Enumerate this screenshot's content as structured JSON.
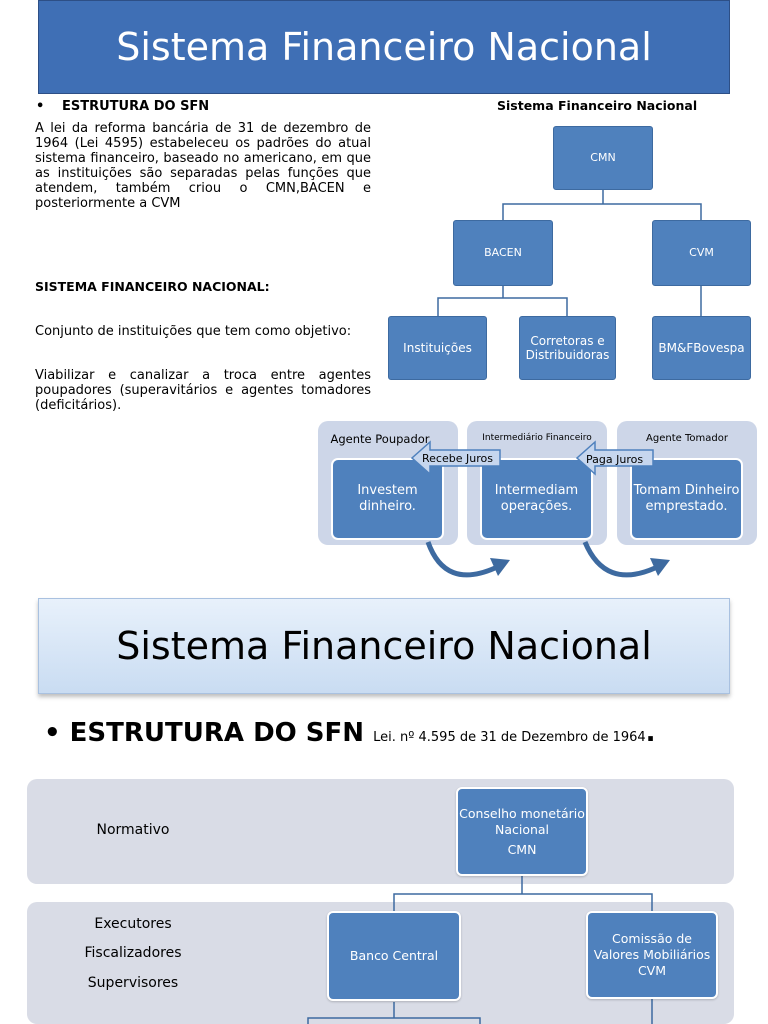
{
  "slide1": {
    "title": "Sistema Financeiro Nacional",
    "bullet": "ESTRUTURA DO SFN",
    "paragraph": "A lei da reforma bancária de 31 de dezembro de 1964 (Lei 4595) estabeleceu os padrões do atual sistema financeiro, baseado no americano, em que as instituições são separadas pelas funções que atendem, também criou o CMN,BACEN e posteriormente a CVM",
    "section_heading": "SISTEMA FINANCEIRO NACIONAL:",
    "definition": "Conjunto de instituições que tem como objetivo:",
    "purpose": "Viabilizar e canalizar a troca entre agentes poupadores (superavitários e agentes tomadores (deficitários).",
    "org_title": "Sistema  Financeiro Nacional",
    "org": {
      "cmn": "CMN",
      "bacen": "BACEN",
      "cvm": "CVM",
      "instituicoes": "Instituições",
      "corretoras": "Corretoras e Distribuidoras",
      "bmf": "BM&FBovespa"
    },
    "flow": {
      "poupador_label": "Agente Poupador",
      "poupador_box": "Investem dinheiro.",
      "intermediario_label": "Intermediário Financeiro",
      "intermediario_box": "Intermediam operações.",
      "tomador_label": "Agente Tomador",
      "tomador_box": "Tomam Dinheiro emprestado.",
      "arrow1": "Recebe Juros",
      "arrow2": "Paga Juros"
    }
  },
  "slide2": {
    "title": "Sistema Financeiro Nacional",
    "bullet": "ESTRUTURA DO SFN",
    "bullet_note": "Lei. nº 4.595 de 31 de Dezembro de 1964",
    "normativo": "Normativo",
    "executores": "Executores",
    "fiscalizadores": "Fiscalizadores",
    "supervisores": "Supervisores",
    "cmn_box": "Conselho monetário Nacional",
    "cmn_abbr": "CMN",
    "bc_box": "Banco Central",
    "cvm_box": "Comissão de Valores Mobiliários CVM"
  },
  "colors": {
    "blue": "#4f81bd",
    "title_blue": "#3f6fb5",
    "panel": "#cdd6e8",
    "band": "#d9dce6"
  }
}
